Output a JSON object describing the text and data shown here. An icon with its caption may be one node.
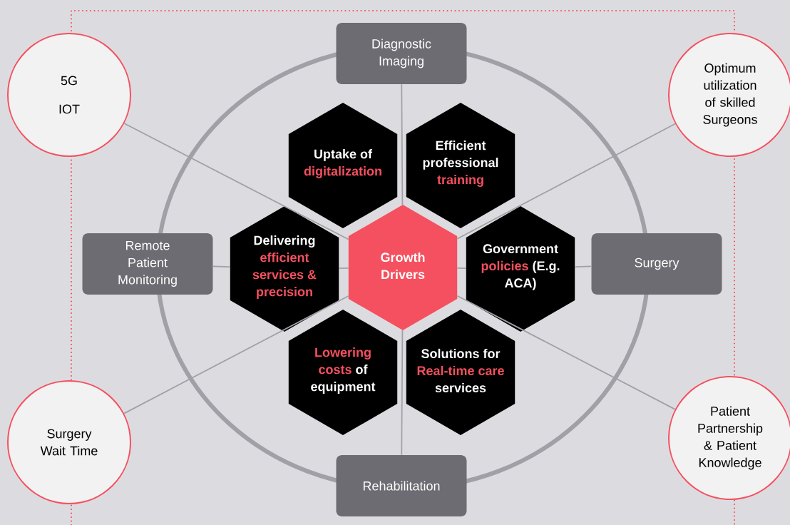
{
  "diagram": {
    "nodes": [
      {
        "text": [
          "5G",
          "IOT"
        ]
      },
      {
        "text": [
          "Diagnostic Imaging"
        ]
      },
      {
        "text": [
          "Optimum utilization of skilled Surgeons"
        ]
      },
      {
        "text": [
          "Uptake of",
          "digitalization"
        ]
      },
      {
        "text": [
          "Efficient professional",
          "training"
        ]
      },
      {
        "text": [
          "Remote Patient Monitoring"
        ]
      },
      {
        "text": [
          "Delivering",
          "efficient services & precision"
        ]
      },
      {
        "text": [
          "Growth Drivers"
        ]
      },
      {
        "text": [
          "Government",
          "policies",
          "(E.g. ACA)"
        ]
      },
      {
        "text": [
          "Surgery"
        ]
      },
      {
        "text": [
          "Lowering costs",
          "of equipment"
        ]
      },
      {
        "text": [
          "Solutions for",
          "Real-time care",
          "services"
        ]
      },
      {
        "text": [
          "Surgery Wait Time"
        ]
      },
      {
        "text": [
          "Patient Partnership & Patient Knowledge"
        ]
      },
      {
        "text": [
          "Rehabilitation"
        ]
      }
    ],
    "edges": [
      {
        "from": 7,
        "to": 1,
        "arrow": "none"
      },
      {
        "from": 7,
        "to": 14,
        "arrow": "none"
      },
      {
        "from": 7,
        "to": 6,
        "arrow": "none"
      },
      {
        "from": 6,
        "to": 5,
        "arrow": "none"
      },
      {
        "from": 7,
        "to": 8,
        "arrow": "none"
      },
      {
        "from": 8,
        "to": 9,
        "arrow": "none"
      },
      {
        "from": 7,
        "to": 0,
        "arrow": "none"
      },
      {
        "from": 7,
        "to": 2,
        "arrow": "none"
      },
      {
        "from": 7,
        "to": 12,
        "arrow": "none"
      },
      {
        "from": 7,
        "to": 13,
        "arrow": "none"
      }
    ]
  }
}
